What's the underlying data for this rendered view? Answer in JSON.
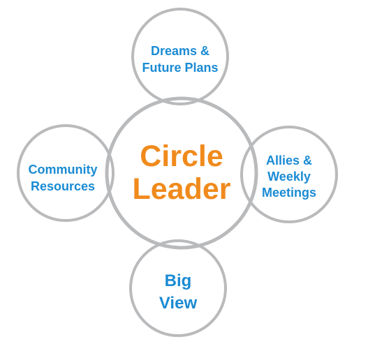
{
  "colors": {
    "ring": "#b9babc",
    "outer_text": "#1a8bd3",
    "center_text": "#f08a1c",
    "background": "#ffffff"
  },
  "center": {
    "line1": "Circle",
    "line2": "Leader"
  },
  "top": {
    "line1": "Dreams &",
    "line2": "Future Plans"
  },
  "left": {
    "line1": "Community",
    "line2": "Resources"
  },
  "right": {
    "line1": "Allies &",
    "line2": "Weekly",
    "line3": "Meetings"
  },
  "bottom": {
    "line1": "Big",
    "line2": "View"
  }
}
